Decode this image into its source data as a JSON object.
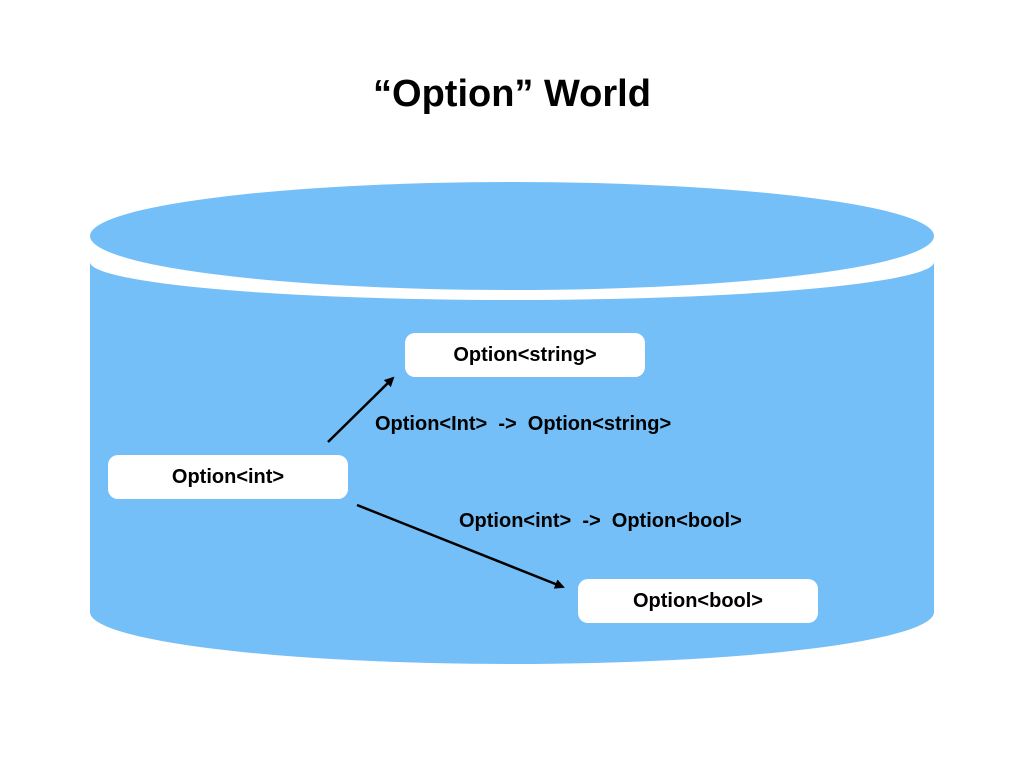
{
  "title": "“Option” World",
  "colors": {
    "cylinder_fill": "#74bff8",
    "node_fill": "#ffffff",
    "text": "#000000"
  },
  "nodes": {
    "option_string": "Option<string>",
    "option_int": "Option<int>",
    "option_bool": "Option<bool>"
  },
  "edges": {
    "int_to_string": "Option<Int>  ->  Option<string>",
    "int_to_bool": "Option<int>  ->  Option<bool>"
  }
}
